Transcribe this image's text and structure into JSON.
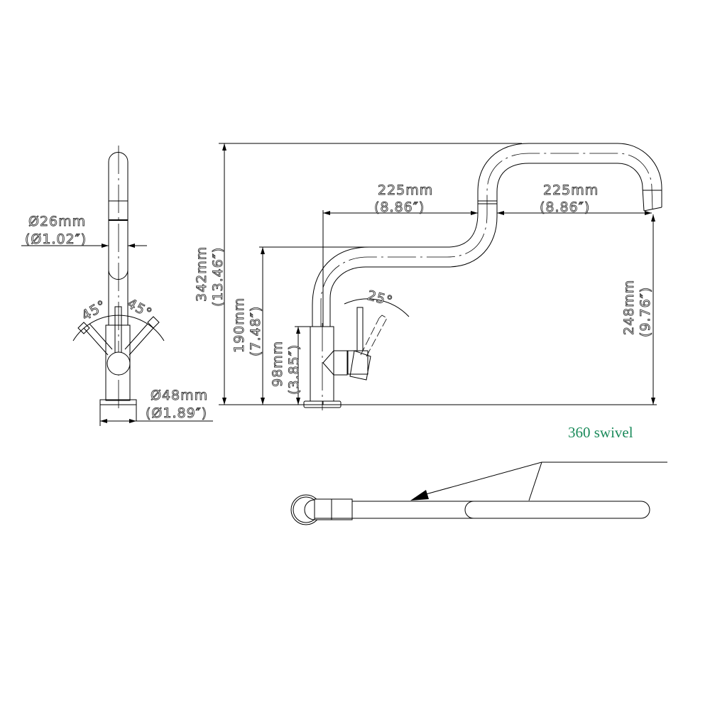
{
  "side_view": {
    "spout_diameter_mm": "Ø26mm",
    "spout_diameter_in": "(Ø1.02″)",
    "base_diameter_mm": "Ø48mm",
    "base_diameter_in": "(Ø1.89″)",
    "lever_angle_left": "45°",
    "lever_angle_right": "45°"
  },
  "front_view": {
    "total_height_mm": "342mm",
    "total_height_in": "(13.46″)",
    "spout_height_mm": "190mm",
    "spout_height_in": "(7.48″)",
    "body_height_mm": "98mm",
    "body_height_in": "(3.85″)",
    "outlet_height_mm": "248mm",
    "outlet_height_in": "(9.76″)",
    "reach1_mm": "225mm",
    "reach1_in": "(8.86″)",
    "reach2_mm": "225mm",
    "reach2_in": "(8.86″)",
    "lever_angle": "25°"
  },
  "top_view": {
    "note": "360 swivel",
    "note_color": "#1a8a5a"
  }
}
